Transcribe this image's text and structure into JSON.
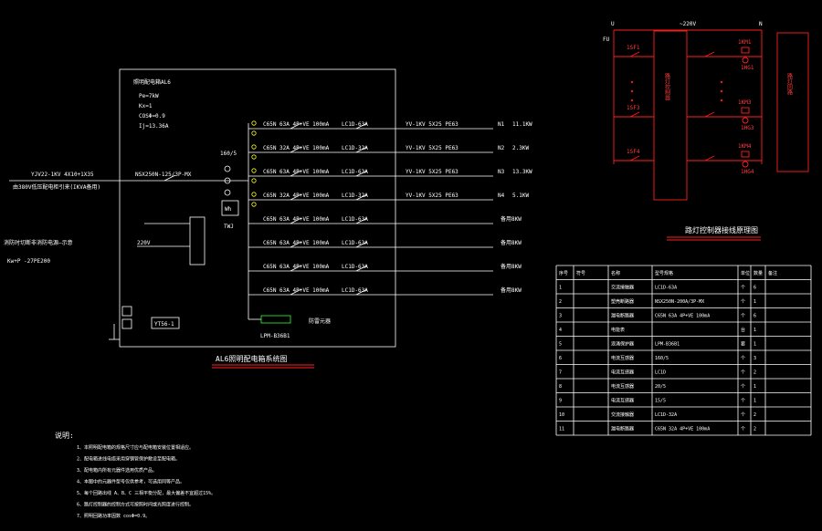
{
  "panel": {
    "info_title": "照明配电箱AL6",
    "pe": "Pe=7kW",
    "kx": "Kx=1",
    "cos": "COSΦ=0.9",
    "ij": "Ij=13.36A",
    "incoming_cable": "YJV22-1KV  4X10+1X35",
    "incoming_source": "由380V低压配电柜引来(IKVA备用)",
    "main_breaker": "NSX250N-125/3P-MX",
    "ct": "160/5",
    "meter": "Wh",
    "meter_label": "TWJ",
    "fire_note": "消防时切断非消防电源—示意",
    "fire_note2": "Kw+P -27PE200",
    "v220": "220V",
    "panel_label": "YT56-1",
    "spd": "LPM-B36B1",
    "spd_label": "防雷元器",
    "diagram_title": "AL6照明配电箱系统图"
  },
  "branches": [
    {
      "breaker": "C65N 63A 4P+VE 100mA",
      "lc": "LC1D-63A",
      "cable": "YV-1KV 5X25 PE63",
      "circuit": "N1",
      "load": "11.1KW"
    },
    {
      "breaker": "C65N 32A 4P+VE 100mA",
      "lc": "LC1D-32A",
      "cable": "YV-1KV 5X25 PE63",
      "circuit": "N2",
      "load": "2.3KW"
    },
    {
      "breaker": "C65N 63A 4P+VE 100mA",
      "lc": "LC1D-63A",
      "cable": "YV-1KV 5X25 PE63",
      "circuit": "N3",
      "load": "13.3KW"
    },
    {
      "breaker": "C65N 32A 4P+VE 100mA",
      "lc": "LC1D-32A",
      "cable": "YV-1KV 5X25 PE63",
      "circuit": "N4",
      "load": "5.1KW"
    },
    {
      "breaker": "C65N 63A 4P+VE 100mA",
      "lc": "LC1D-63A",
      "cable": "",
      "circuit": "",
      "load": "备用8KW"
    },
    {
      "breaker": "C65N 63A 4P+VE 100mA",
      "lc": "LC1D-63A",
      "cable": "",
      "circuit": "",
      "load": "备用8KW"
    },
    {
      "breaker": "C65N 63A 4P+VE 100mA",
      "lc": "LC1D-63A",
      "cable": "",
      "circuit": "",
      "load": "备用8KW"
    },
    {
      "breaker": "C65N 63A 4P+VE 100mA",
      "lc": "LC1D-63A",
      "cable": "",
      "circuit": "",
      "load": "备用8KW"
    }
  ],
  "control": {
    "u": "U",
    "v": "~220V",
    "n": "N",
    "fu": "FU",
    "title": "路灯控制器接线原理图",
    "fuses": [
      "1SF1",
      "1SF3",
      "1SF4"
    ],
    "relays": [
      "1KM1",
      "1KM3",
      "1KM4"
    ],
    "lamps": [
      "1HG1",
      "1HG3",
      "1HG4"
    ],
    "box_text": "路灯控制器",
    "right_box_text": "路灯回路"
  },
  "notes": {
    "title": "说明:",
    "lines": [
      "1、本照明配电箱的规格尺寸应与配电箱安装位置相适应。",
      "2、配电箱进线电缆采用穿钢管保护敷设至配电箱。",
      "3、配电箱内所有元器件选用优质产品。",
      "4、本图中的元器件型号仅供参考，可选用同等产品。",
      "5、每个回路出线 A、B、C 三相平衡分配，最大偏差不宜超过15%。",
      "6、路灯控制器的控制方式可按照时间或光照度进行控制。",
      "7、照明回路功率因数 cosΦ=0.9。"
    ]
  },
  "table": {
    "headers": [
      "序号",
      "符号",
      "名称",
      "型号规格",
      "单位",
      "数量",
      "备注"
    ],
    "rows": [
      [
        "1",
        "",
        "交流接触器",
        "LC1D-63A",
        "个",
        "6",
        ""
      ],
      [
        "2",
        "",
        "塑壳断路器",
        "NSX250N-200A/3P-MX",
        "个",
        "1",
        ""
      ],
      [
        "3",
        "",
        "漏电断路器",
        "C65N 63A 4P+VE 100mA",
        "个",
        "6",
        ""
      ],
      [
        "4",
        "",
        "电能表",
        "",
        "台",
        "1",
        ""
      ],
      [
        "5",
        "",
        "浪涌保护器",
        "LPM-B36B1",
        "套",
        "1",
        ""
      ],
      [
        "6",
        "",
        "电流互感器",
        "160/5",
        "个",
        "3",
        ""
      ],
      [
        "7",
        "",
        "电流互感器",
        "LC1D",
        "个",
        "2",
        ""
      ],
      [
        "8",
        "",
        "电流互感器",
        "20/5",
        "个",
        "1",
        ""
      ],
      [
        "9",
        "",
        "电流互感器",
        "15/5",
        "个",
        "1",
        ""
      ],
      [
        "10",
        "",
        "交流接触器",
        "LC1D-32A",
        "个",
        "2",
        ""
      ],
      [
        "11",
        "",
        "漏电断路器",
        "C65N 32A 4P+VE 100mA",
        "个",
        "2",
        ""
      ]
    ]
  },
  "colors": {
    "background": "#000000",
    "line": "#ffffff",
    "red": "#ff2020",
    "yellow": "#ffff33",
    "green": "#33ff33"
  }
}
